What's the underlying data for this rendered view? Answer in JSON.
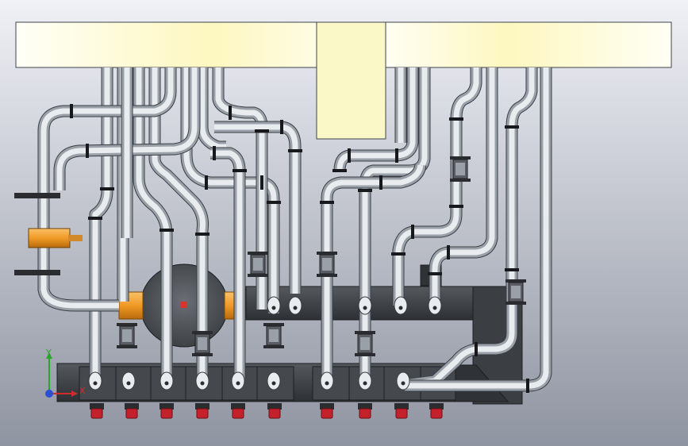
{
  "view": {
    "background_top": "#eef0f5",
    "background_bottom": "#8b909e"
  },
  "colors": {
    "pipe": "#e9ecef",
    "pipe_shade": "#9aa0a8",
    "pipe_outline": "#3a3e44",
    "manifold": "#3b3e42",
    "manifold_edge": "#1d1f22",
    "valve": "#f2a23a",
    "fitting_red": "#c4212a",
    "plate": "#fffff0",
    "plate_center": "#fdfac6",
    "clamp_band": "#17191c",
    "orange_fitting": "#e88b1a"
  },
  "triad": {
    "y_label": "Y",
    "x_label": "X",
    "y_color": "#2aa42a",
    "x_color": "#d22b2b",
    "z_color": "#2b4fd2"
  },
  "icons": {
    "top_plate": "mounting-plate",
    "triad": "coordinate-axes-icon",
    "valve_body": "butterfly-valve-icon",
    "fitting": "red-compression-fitting-icon"
  }
}
